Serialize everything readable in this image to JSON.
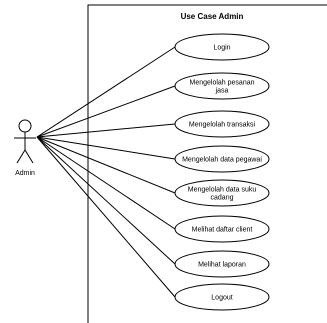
{
  "system": {
    "title": "Use Case Admin"
  },
  "actor": {
    "name": "Admin"
  },
  "use_cases": [
    {
      "lines": [
        "Login"
      ]
    },
    {
      "lines": [
        "Mengelolah pesanan",
        "jasa"
      ]
    },
    {
      "lines": [
        "Mengelolah transaksi"
      ]
    },
    {
      "lines": [
        "Mengelolah data pegawai"
      ]
    },
    {
      "lines": [
        "Mengelolah data suku",
        "cadang"
      ]
    },
    {
      "lines": [
        "Melihat daftar client"
      ]
    },
    {
      "lines": [
        "Melihat laporan"
      ]
    },
    {
      "lines": [
        "Logout"
      ]
    }
  ]
}
